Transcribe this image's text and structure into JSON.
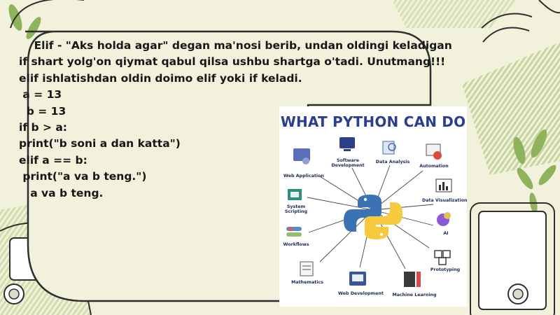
{
  "slide": {
    "lines": [
      "    Elif - \"Aks holda agar\" degan ma'nosi berib, undan oldingi keladigan",
      "if shart yolg'on qiymat qabul qilsa ushbu shartga o'tadi. Unutmang!!!",
      "elif ishlatishdan oldin doimo elif yoki if keladi.",
      " a = 13",
      "  b = 13",
      "if b > a:",
      "print(\"b soni a dan katta\")",
      "elif a == b:",
      " print(\"a va b teng.\")",
      "   a va b teng."
    ]
  },
  "image_card": {
    "title": "WHAT PYTHON CAN DO",
    "labels": {
      "web_application": "Web Application",
      "software_development": "Software\nDevelopment",
      "data_analysis": "Data Analysis",
      "automation": "Automation",
      "system_scripting": "System\nScripting",
      "data_visualization": "Data Visualization",
      "ai": "AI",
      "workflows": "Workflows",
      "prototyping": "Prototyping",
      "mathematics": "Mathematics",
      "web_development": "Web Development",
      "machine_learning": "Machine Learning"
    }
  },
  "colors": {
    "background": "#f2f1dc",
    "accent_green": "#9bbd6a",
    "outline": "#2f2f2f",
    "title_blue": "#2b3f90",
    "python_blue": "#3a73b5",
    "python_yellow": "#f7c93c"
  }
}
